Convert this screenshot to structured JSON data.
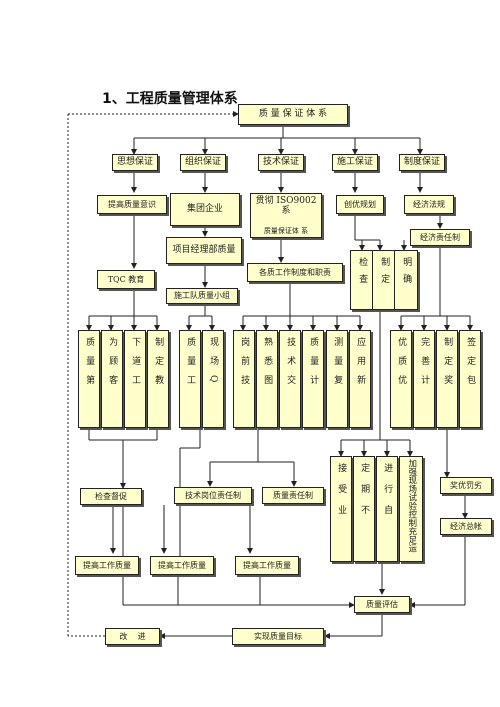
{
  "title": "1、工程质量管理体系",
  "root": "质 量 保 证 体 系",
  "level1": [
    "思想保证",
    "组织保证",
    "技术保证",
    "施工保证",
    "制度保证"
  ],
  "level2": {
    "improve": "提高质量意识",
    "group": "集团企业",
    "iso": "贯彻 ISO9002 系",
    "iso_sub": "质量保证体    系",
    "fix": "创优规划",
    "econ": "经济法规",
    "pm": "项目经理部质量",
    "econ_resp": "经济责任制",
    "tqc": "TQC 教育",
    "team": "施工队质量小组",
    "resp": "各质工作制度和职责"
  },
  "check_group": [
    "检查",
    "制定",
    "明确"
  ],
  "group_a": [
    "质量第",
    "为顾客",
    "下道工",
    "制定教"
  ],
  "group_b": [
    "质量工",
    "现场Q"
  ],
  "group_c": [
    "岗前技",
    "熟悉图",
    "技术交",
    "质量计",
    "测量复",
    "应用新"
  ],
  "group_d": [
    "优质优",
    "完善计",
    "制定奖",
    "签定包"
  ],
  "group_e": [
    "接受业",
    "定期不",
    "进行自",
    "加强现场试验控制充足运"
  ],
  "mid": {
    "inspect": "检查督促",
    "tech_resp": "技术岗位责任制",
    "quality_resp": "质量责任制",
    "reward": "奖优罚劣",
    "econ_check": "经济总帐"
  },
  "improve_row": [
    "提高工作质量",
    "提高工作质量",
    "提高工作质量"
  ],
  "quality_eval": "质量评估",
  "bottom": {
    "improve": "改    进",
    "goal": "实现质量目标"
  }
}
